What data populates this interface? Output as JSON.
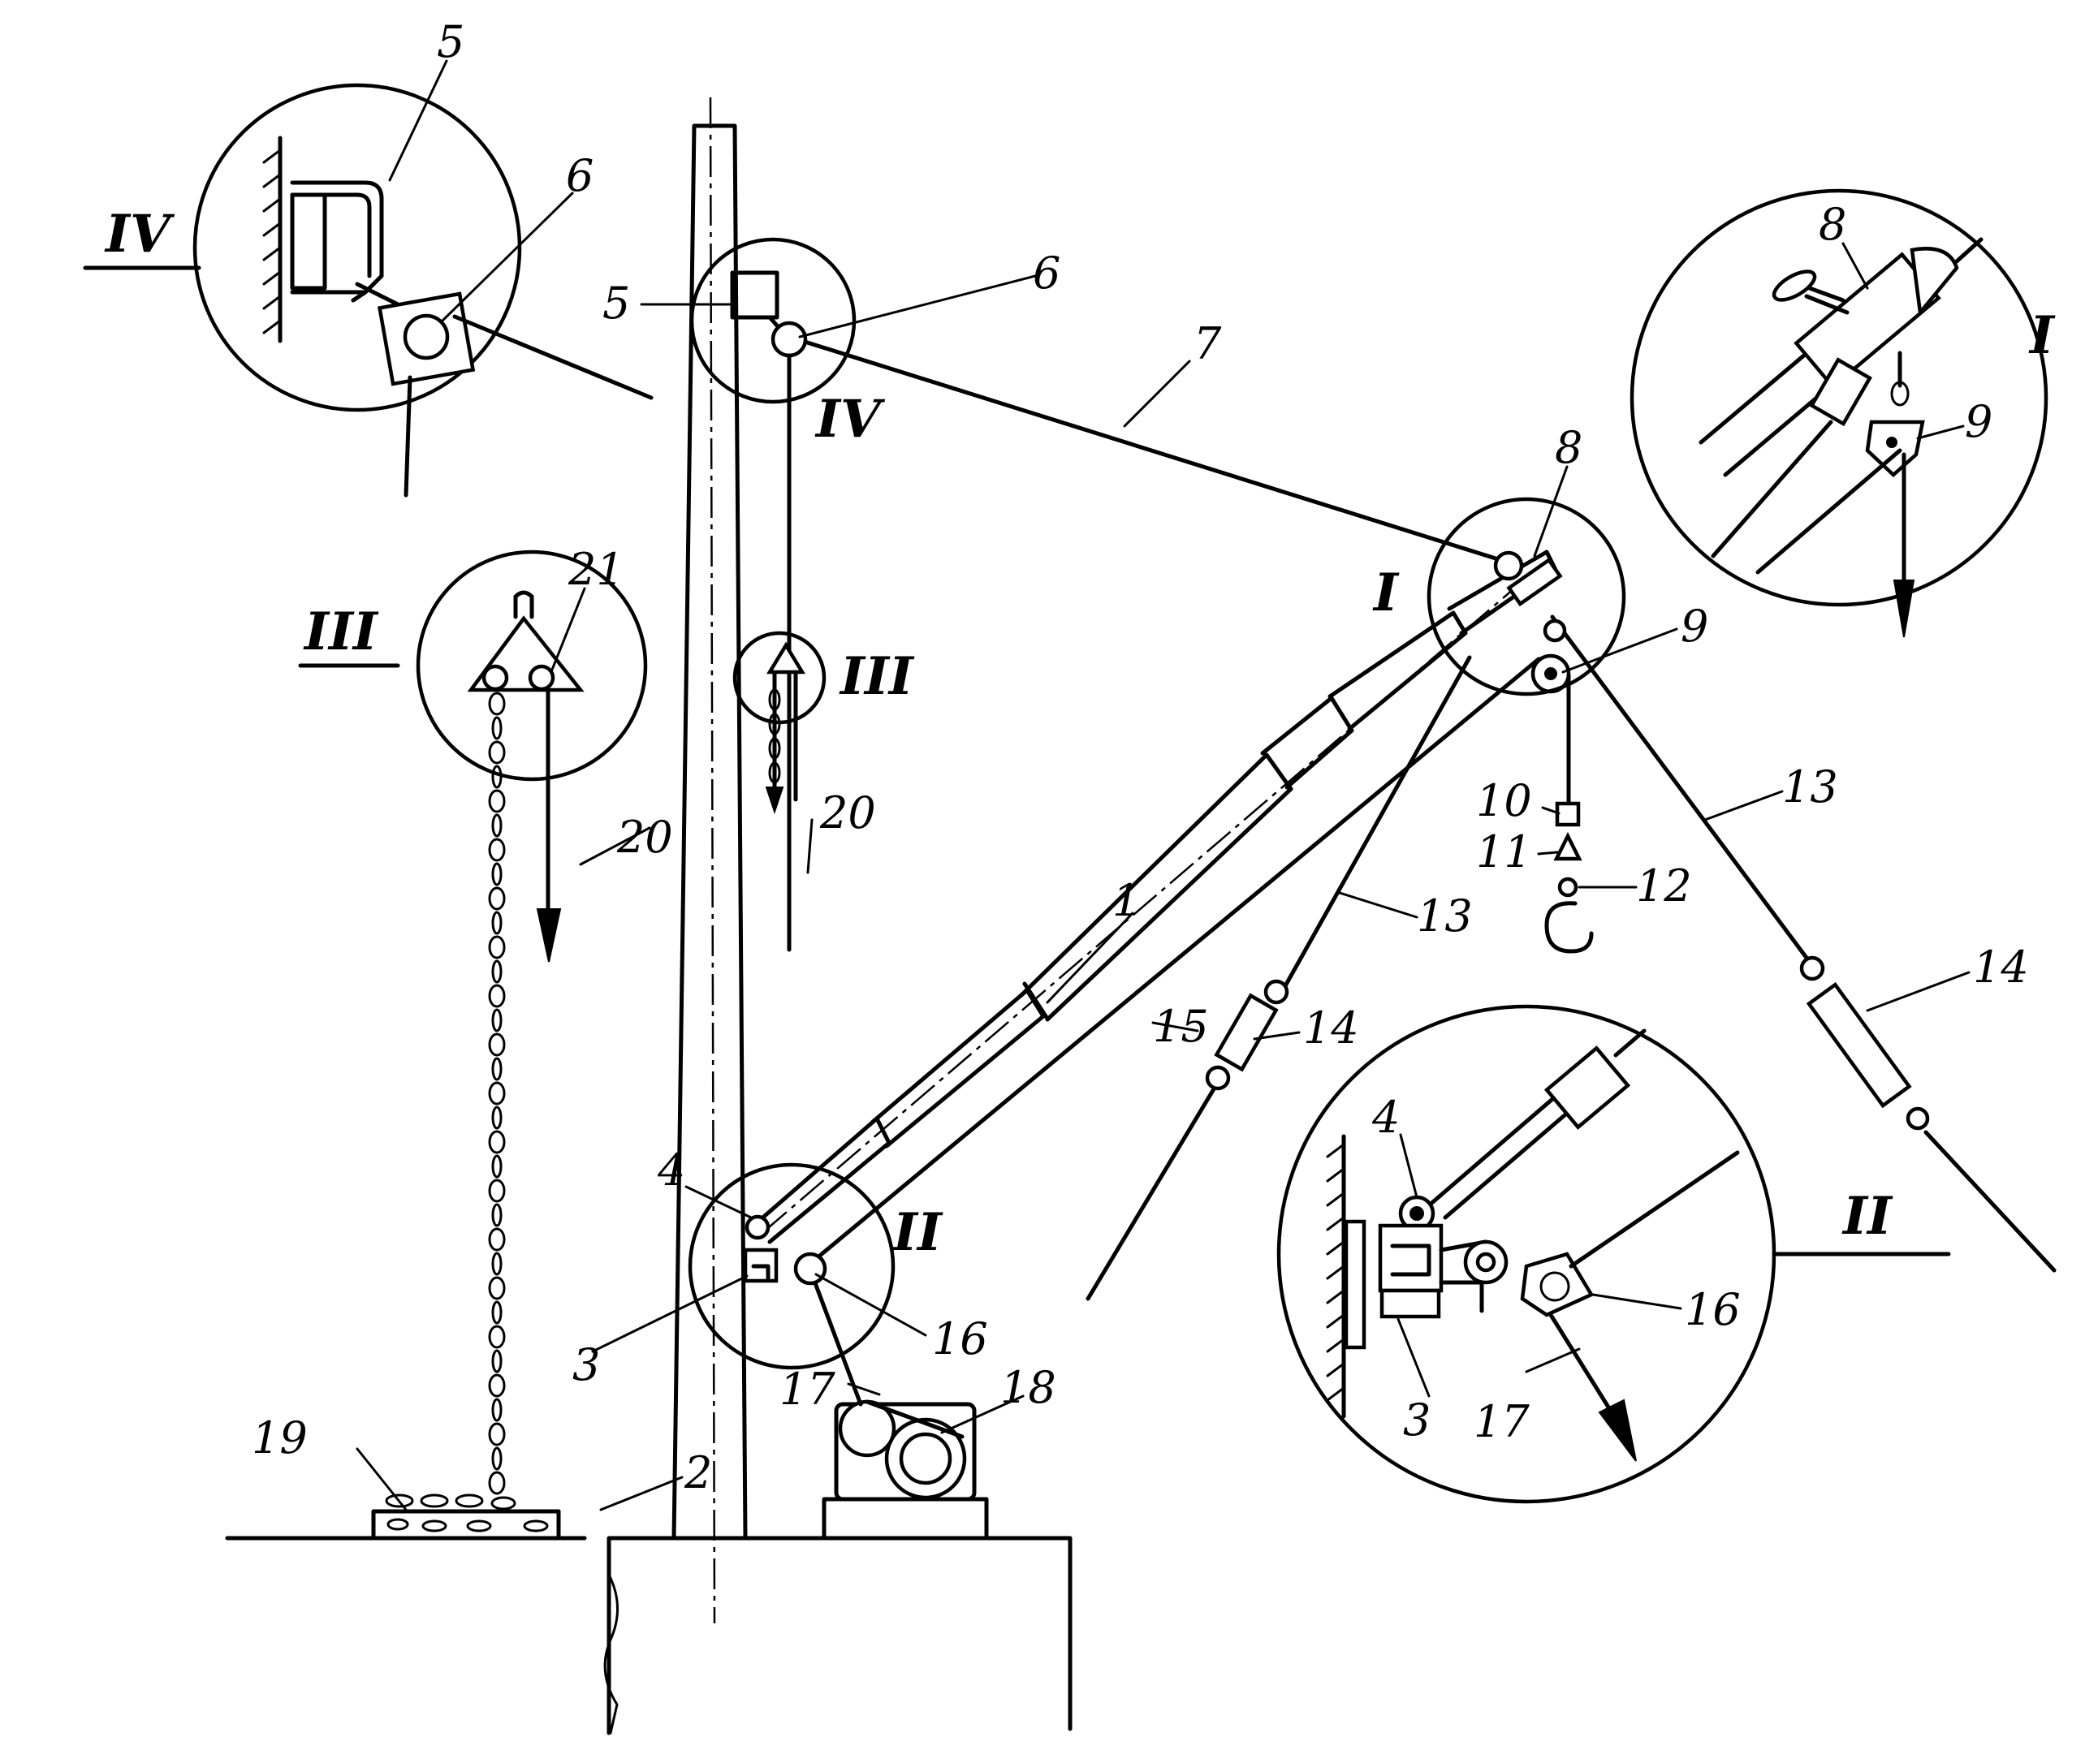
{
  "callouts": {
    "c1": "1",
    "c2": "2",
    "c3a": "3",
    "c3b": "3",
    "c4a": "4",
    "c4b": "4",
    "c5a": "5",
    "c5b": "5",
    "c6a": "6",
    "c6b": "6",
    "c7": "7",
    "c8a": "8",
    "c8b": "8",
    "c9a": "9",
    "c9b": "9",
    "c10": "10",
    "c11": "11",
    "c12": "12",
    "c13a": "13",
    "c13b": "13",
    "c14a": "14",
    "c14b": "14",
    "c15": "15",
    "c16a": "16",
    "c16b": "16",
    "c17a": "17",
    "c17b": "17",
    "c18": "18",
    "c19": "19",
    "c20a": "20",
    "c20b": "20",
    "c21": "21"
  },
  "details": {
    "I_main": "I",
    "I_inset": "I",
    "II_main": "II",
    "II_inset": "II",
    "III_main": "III",
    "III_inset": "III",
    "IV_main": "IV",
    "IV_inset": "IV"
  }
}
